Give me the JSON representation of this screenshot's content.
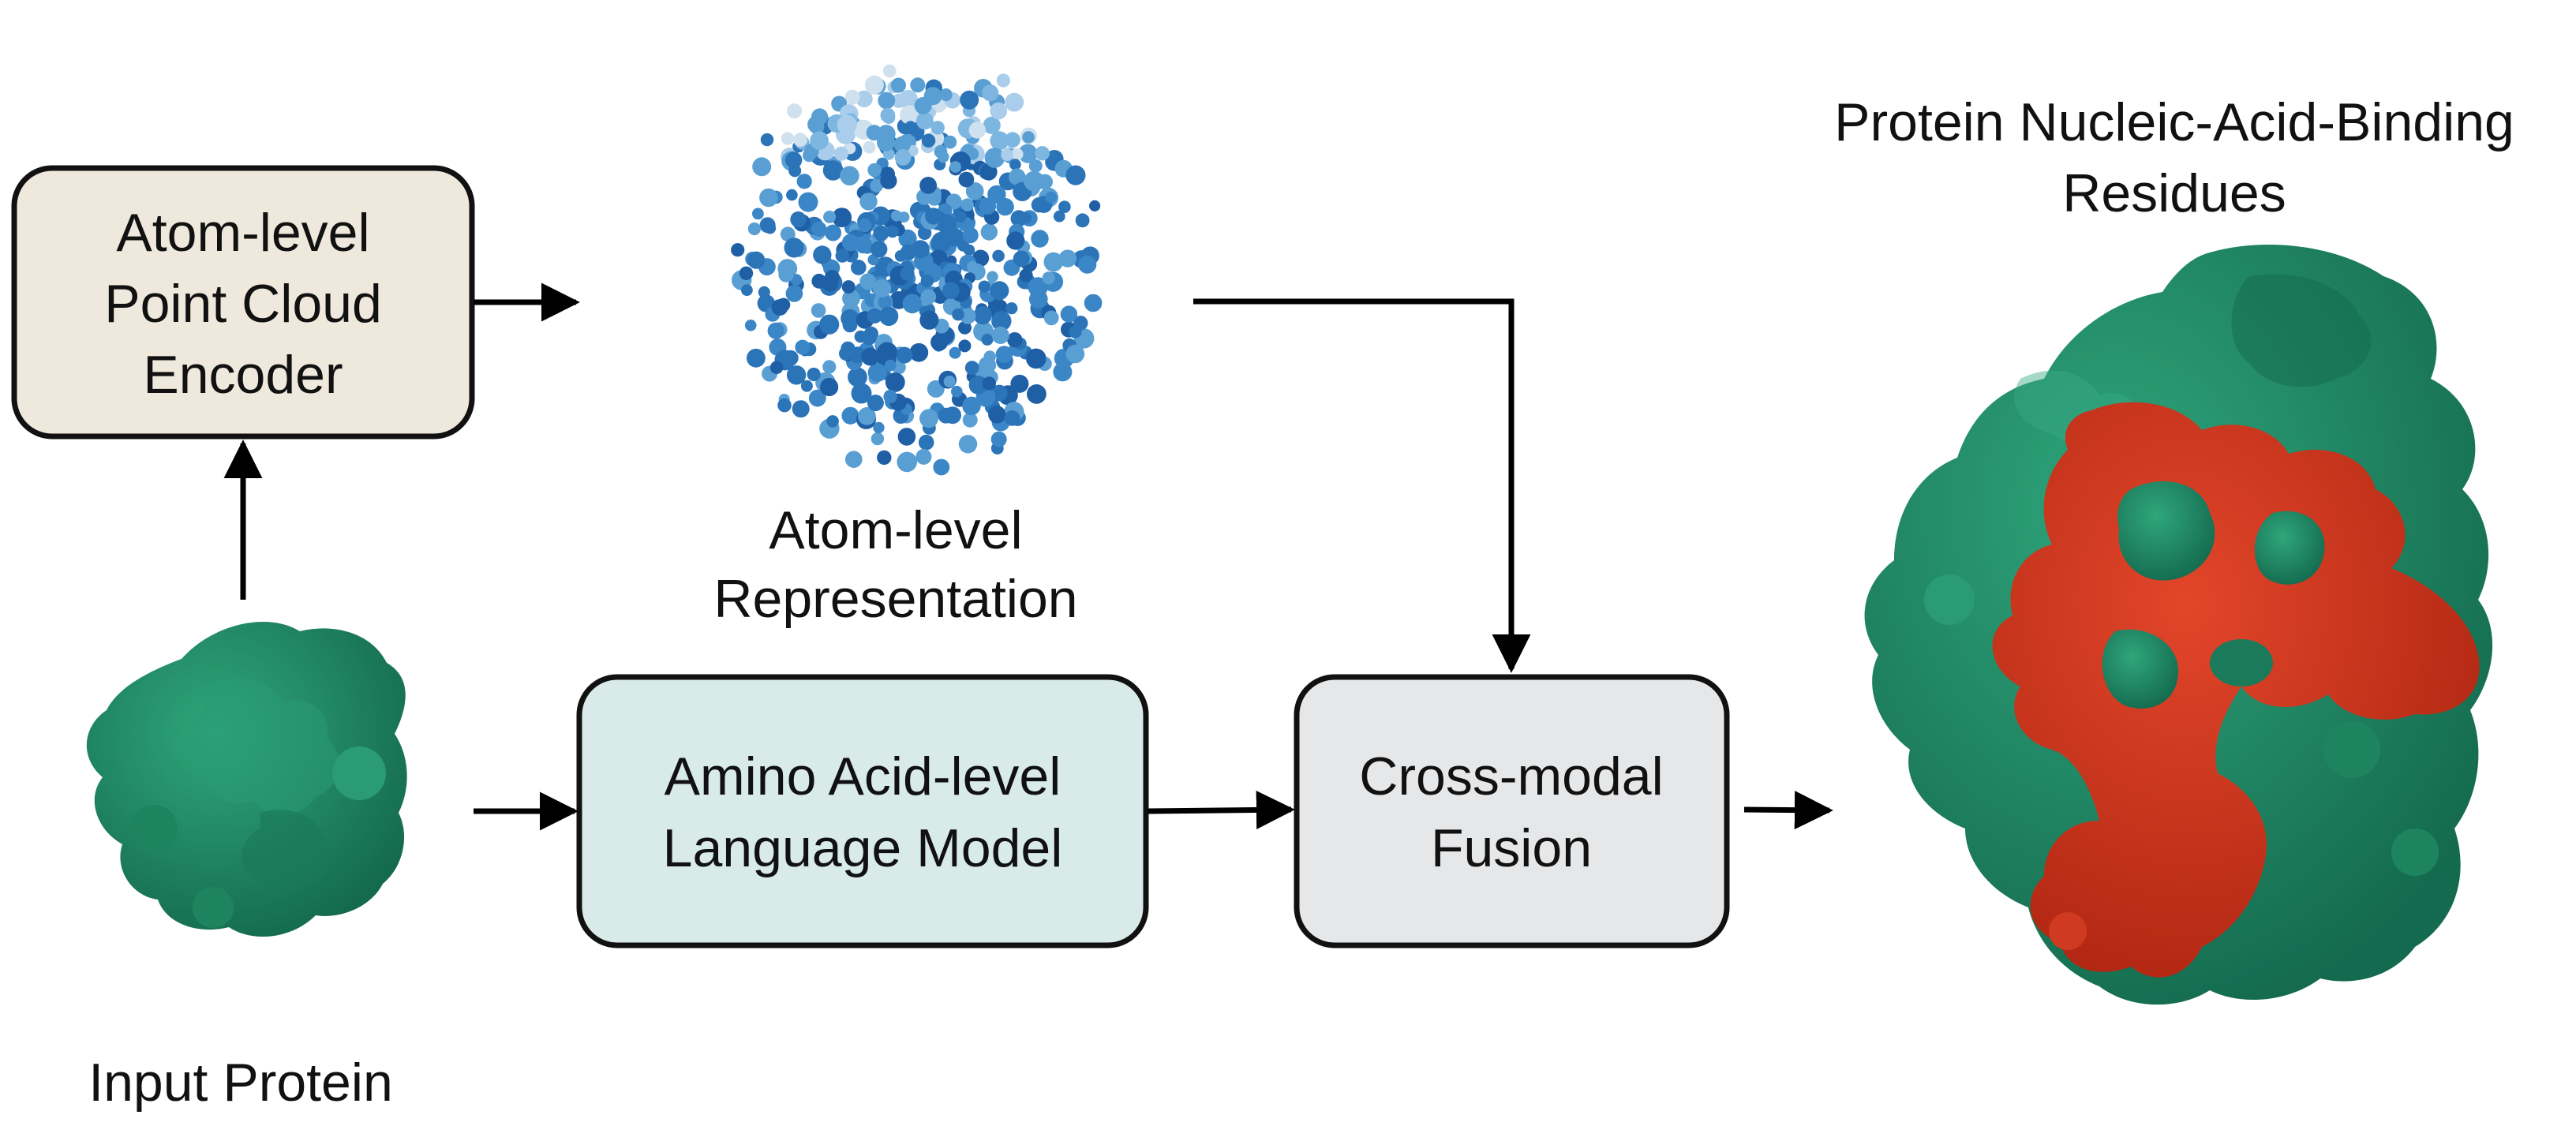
{
  "nodes": {
    "encoder": {
      "line1": "Atom-level",
      "line2": "Point Cloud",
      "line3": "Encoder",
      "color": "#efe8dc"
    },
    "language_model": {
      "line1": "Amino Acid-level",
      "line2": "Language Model",
      "color": "#d8ebe9"
    },
    "fusion": {
      "line1": "Cross-modal",
      "line2": "Fusion",
      "color": "#e6e7e9"
    }
  },
  "captions": {
    "input_protein": "Input Protein",
    "atom_repr_line1": "Atom-level",
    "atom_repr_line2": "Representation",
    "output_line1": "Protein Nucleic-Acid-Binding",
    "output_line2": "Residues"
  },
  "colors": {
    "protein_surface": "#1f8a66",
    "binding_residues": "#d0361c",
    "point_cloud": "#2c74b8"
  }
}
